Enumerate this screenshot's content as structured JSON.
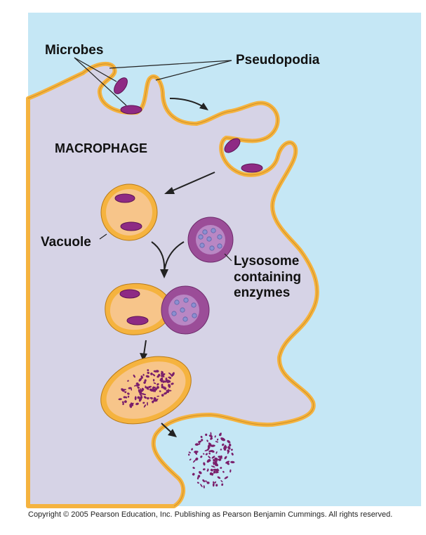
{
  "labels": {
    "microbes": "Microbes",
    "pseudopodia": "Pseudopodia",
    "macrophage": "MACROPHAGE",
    "vacuole": "Vacuole",
    "lysosome_line1": "Lysosome",
    "lysosome_line2": "containing",
    "lysosome_line3": "enzymes"
  },
  "copyright": "Copyright © 2005 Pearson Education, Inc. Publishing as Pearson Benjamin Cummings. All rights reserved.",
  "colors": {
    "background": "#c5e7f5",
    "cytoplasm": "#d6d3e6",
    "membrane": "#f5b33f",
    "membrane_edge": "#b87a16",
    "vacuole_fill": "#f7c58a",
    "microbe": "#8e2a84",
    "lysosome": "#9b4d98",
    "lysosome_inner": "#b987c4",
    "enzyme_dot": "#8a8fd0",
    "debris": "#7a1f6b"
  }
}
